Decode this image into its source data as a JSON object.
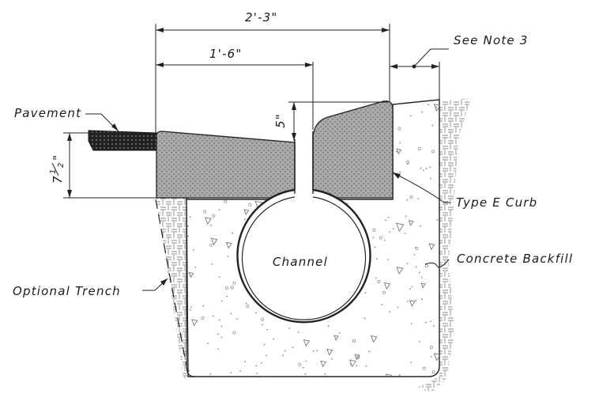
{
  "labels": {
    "dim_overall": "2'-3\"",
    "dim_to_channel": "1'-6\"",
    "dim_slot": "5\"",
    "dim_depth_main": "7",
    "dim_depth_frac_num": "1",
    "dim_depth_frac_den": "2",
    "dim_depth_inch": "\"",
    "see_note": "See Note 3",
    "pavement": "Pavement",
    "curb": "Type E Curb",
    "backfill": "Concrete Backfill",
    "trench": "Optional Trench",
    "channel": "Channel"
  },
  "colors": {
    "curb_fill": "#9a9a9a",
    "line": "#222222",
    "backfill_marks": "#7a7a7a"
  }
}
